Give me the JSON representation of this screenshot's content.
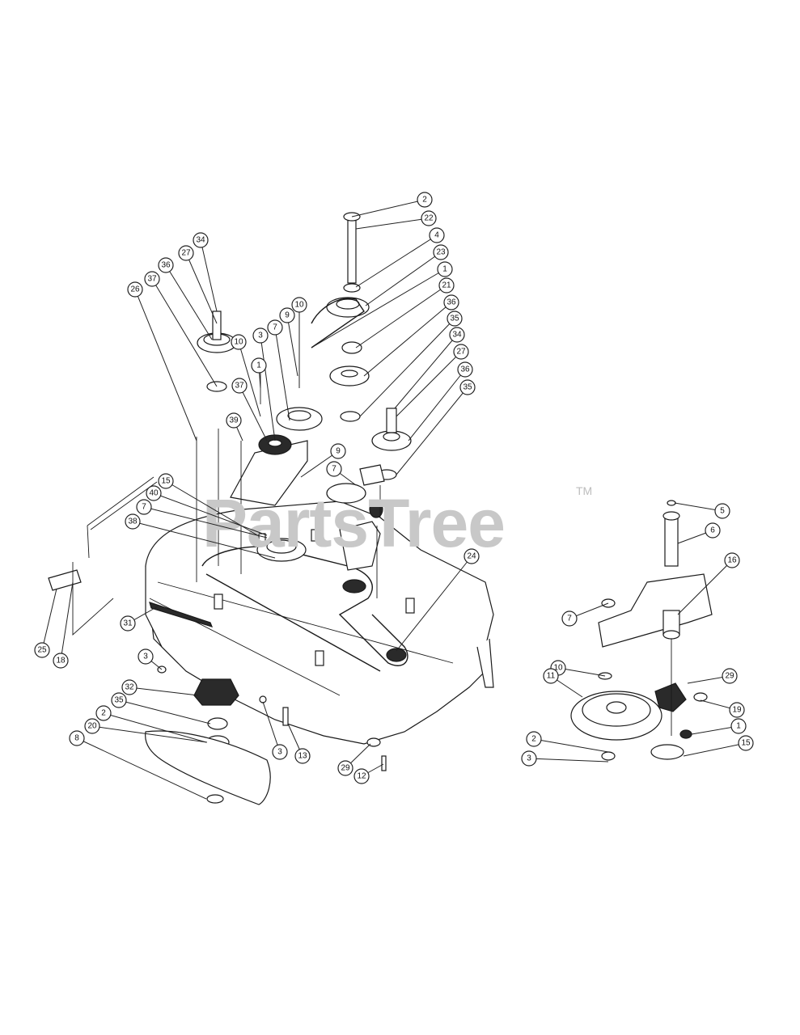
{
  "watermark": {
    "text": "PartsTree",
    "trademark": "TM"
  },
  "callouts": [
    {
      "id": "c-2-top",
      "label": "2"
    },
    {
      "id": "c-22",
      "label": "22"
    },
    {
      "id": "c-4",
      "label": "4"
    },
    {
      "id": "c-23",
      "label": "23"
    },
    {
      "id": "c-1-top",
      "label": "1"
    },
    {
      "id": "c-21",
      "label": "21"
    },
    {
      "id": "c-36-right",
      "label": "36"
    },
    {
      "id": "c-35-right",
      "label": "35"
    },
    {
      "id": "c-34-right",
      "label": "34"
    },
    {
      "id": "c-27-right",
      "label": "27"
    },
    {
      "id": "c-36-right2",
      "label": "36"
    },
    {
      "id": "c-35-right2",
      "label": "35"
    },
    {
      "id": "c-34-left",
      "label": "34"
    },
    {
      "id": "c-27-left",
      "label": "27"
    },
    {
      "id": "c-36-left",
      "label": "36"
    },
    {
      "id": "c-37-left",
      "label": "37"
    },
    {
      "id": "c-26",
      "label": "26"
    },
    {
      "id": "c-10-a",
      "label": "10"
    },
    {
      "id": "c-9-a",
      "label": "9"
    },
    {
      "id": "c-7-a",
      "label": "7"
    },
    {
      "id": "c-3-a",
      "label": "3"
    },
    {
      "id": "c-10-b",
      "label": "10"
    },
    {
      "id": "c-1-b",
      "label": "1"
    },
    {
      "id": "c-37-b",
      "label": "37"
    },
    {
      "id": "c-39",
      "label": "39"
    },
    {
      "id": "c-9-b",
      "label": "9"
    },
    {
      "id": "c-7-b",
      "label": "7"
    },
    {
      "id": "c-15",
      "label": "15"
    },
    {
      "id": "c-40",
      "label": "40"
    },
    {
      "id": "c-7-c",
      "label": "7"
    },
    {
      "id": "c-38",
      "label": "38"
    },
    {
      "id": "c-24",
      "label": "24"
    },
    {
      "id": "c-25",
      "label": "25"
    },
    {
      "id": "c-18",
      "label": "18"
    },
    {
      "id": "c-31",
      "label": "31"
    },
    {
      "id": "c-3-b",
      "label": "3"
    },
    {
      "id": "c-32",
      "label": "32"
    },
    {
      "id": "c-35-bottom",
      "label": "35"
    },
    {
      "id": "c-2-bottom",
      "label": "2"
    },
    {
      "id": "c-20",
      "label": "20"
    },
    {
      "id": "c-8",
      "label": "8"
    },
    {
      "id": "c-3-c",
      "label": "3"
    },
    {
      "id": "c-13",
      "label": "13"
    },
    {
      "id": "c-29-bottom",
      "label": "29"
    },
    {
      "id": "c-12",
      "label": "12"
    },
    {
      "id": "c-5",
      "label": "5"
    },
    {
      "id": "c-6",
      "label": "6"
    },
    {
      "id": "c-16",
      "label": "16"
    },
    {
      "id": "c-7-d",
      "label": "7"
    },
    {
      "id": "c-10-c",
      "label": "10"
    },
    {
      "id": "c-29-right",
      "label": "29"
    },
    {
      "id": "c-19",
      "label": "19"
    },
    {
      "id": "c-11",
      "label": "11"
    },
    {
      "id": "c-1-c",
      "label": "1"
    },
    {
      "id": "c-2-c",
      "label": "2"
    },
    {
      "id": "c-3-d",
      "label": "3"
    },
    {
      "id": "c-15-c",
      "label": "15"
    }
  ]
}
